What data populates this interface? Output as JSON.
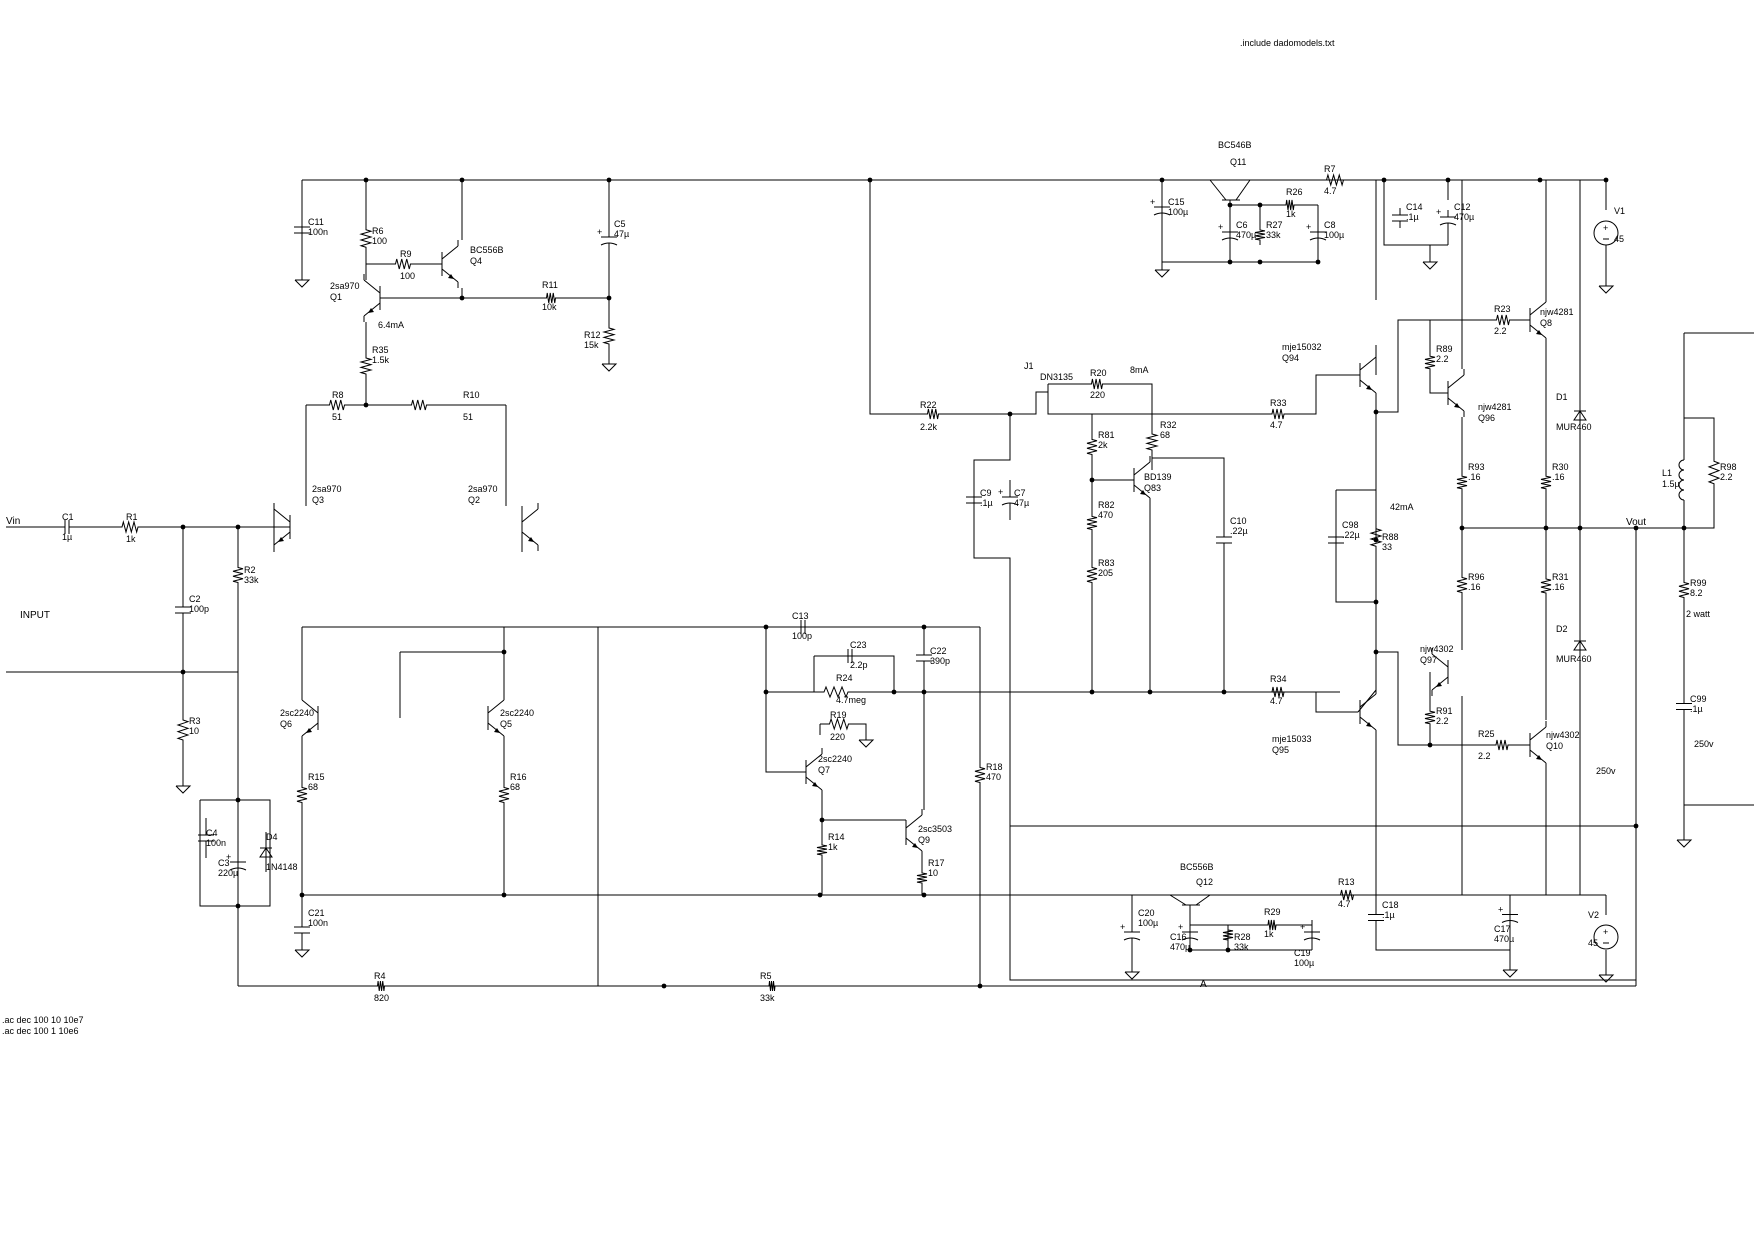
{
  "directives": {
    "include": ".include dadomodels.txt",
    "ac1": ".ac dec 100 10 10e7",
    "ac2": ".ac dec 100 1 10e6"
  },
  "labels": {
    "vin": "Vin",
    "input": "INPUT",
    "vout": "Vout",
    "node_a": "A"
  },
  "annotations": {
    "q1_current": "6.4mA",
    "r20_current": "8mA",
    "bias_current": "42mA",
    "rating_250v_a": "250v",
    "rating_250v_b": "250v"
  },
  "components": {
    "C1": {
      "ref": "C1",
      "value": "1µ"
    },
    "R1": {
      "ref": "R1",
      "value": "1k"
    },
    "C2": {
      "ref": "C2",
      "value": "100p"
    },
    "R2": {
      "ref": "R2",
      "value": "33k"
    },
    "R3": {
      "ref": "R3",
      "value": "10"
    },
    "C4": {
      "ref": "C4",
      "value": "100n"
    },
    "C3": {
      "ref": "C3",
      "value": "220µ"
    },
    "D4": {
      "ref": "D4",
      "value": "1N4148"
    },
    "C11": {
      "ref": "C11",
      "value": "100n"
    },
    "R6": {
      "ref": "R6",
      "value": "100"
    },
    "R9": {
      "ref": "R9",
      "value": "100"
    },
    "Q4": {
      "ref": "Q4",
      "value": "BC556B"
    },
    "Q1": {
      "ref": "Q1",
      "value": "2sa970"
    },
    "R35": {
      "ref": "R35",
      "value": "1.5k"
    },
    "R11": {
      "ref": "R11",
      "value": "10k"
    },
    "C5": {
      "ref": "C5",
      "value": "47µ"
    },
    "R12": {
      "ref": "R12",
      "value": "15k"
    },
    "R8": {
      "ref": "R8",
      "value": "51"
    },
    "R10": {
      "ref": "R10",
      "value": "51"
    },
    "Q3": {
      "ref": "Q3",
      "value": "2sa970"
    },
    "Q2": {
      "ref": "Q2",
      "value": "2sa970"
    },
    "Q6": {
      "ref": "Q6",
      "value": "2sc2240"
    },
    "Q5": {
      "ref": "Q5",
      "value": "2sc2240"
    },
    "R15": {
      "ref": "R15",
      "value": "68"
    },
    "R16": {
      "ref": "R16",
      "value": "68"
    },
    "C21": {
      "ref": "C21",
      "value": "100n"
    },
    "R4": {
      "ref": "R4",
      "value": "820"
    },
    "R5": {
      "ref": "R5",
      "value": "33k"
    },
    "C13": {
      "ref": "C13",
      "value": "100p"
    },
    "C23": {
      "ref": "C23",
      "value": "2.2p"
    },
    "C22": {
      "ref": "C22",
      "value": "390p"
    },
    "R24": {
      "ref": "R24",
      "value": "4.7meg"
    },
    "R19": {
      "ref": "R19",
      "value": "220"
    },
    "Q7": {
      "ref": "Q7",
      "value": "2sc2240"
    },
    "R14": {
      "ref": "R14",
      "value": "1k"
    },
    "Q9": {
      "ref": "Q9",
      "value": "2sc3503"
    },
    "R17": {
      "ref": "R17",
      "value": "10"
    },
    "R18": {
      "ref": "R18",
      "value": "470"
    },
    "R22": {
      "ref": "R22",
      "value": "2.2k"
    },
    "J1": {
      "ref": "J1",
      "value": "DN3135"
    },
    "C9": {
      "ref": "C9",
      "value": ".1µ"
    },
    "C7": {
      "ref": "C7",
      "value": "47µ"
    },
    "R20": {
      "ref": "R20",
      "value": "220"
    },
    "R81": {
      "ref": "R81",
      "value": "2k"
    },
    "R82": {
      "ref": "R82",
      "value": "470"
    },
    "R83": {
      "ref": "R83",
      "value": "205"
    },
    "R32": {
      "ref": "R32",
      "value": "68"
    },
    "Q83": {
      "ref": "Q83",
      "value": "BD139"
    },
    "C10": {
      "ref": "C10",
      "value": ".22µ"
    },
    "R33": {
      "ref": "R33",
      "value": "4.7"
    },
    "R34": {
      "ref": "R34",
      "value": "4.7"
    },
    "Q11": {
      "ref": "Q11",
      "value": "BC546B"
    },
    "C15": {
      "ref": "C15",
      "value": "100µ"
    },
    "R26": {
      "ref": "R26",
      "value": "1k"
    },
    "C6": {
      "ref": "C6",
      "value": "470µ"
    },
    "R27": {
      "ref": "R27",
      "value": "33k"
    },
    "C8": {
      "ref": "C8",
      "value": "100µ"
    },
    "R7": {
      "ref": "R7",
      "value": "4.7"
    },
    "C14": {
      "ref": "C14",
      "value": ".1µ"
    },
    "C12": {
      "ref": "C12",
      "value": "470µ"
    },
    "V1": {
      "ref": "V1",
      "value": "45"
    },
    "Q94": {
      "ref": "Q94",
      "value": "mje15032"
    },
    "R23": {
      "ref": "R23",
      "value": "2.2"
    },
    "Q8": {
      "ref": "Q8",
      "value": "njw4281"
    },
    "R89": {
      "ref": "R89",
      "value": "2.2"
    },
    "Q96": {
      "ref": "Q96",
      "value": "njw4281"
    },
    "C98": {
      "ref": "C98",
      "value": ".22µ"
    },
    "R88": {
      "ref": "R88",
      "value": "33"
    },
    "R93": {
      "ref": "R93",
      "value": ".16"
    },
    "R30": {
      "ref": "R30",
      "value": ".16"
    },
    "D1": {
      "ref": "D1",
      "value": "MUR460"
    },
    "L1": {
      "ref": "L1",
      "value": "1.5µ"
    },
    "R98": {
      "ref": "R98",
      "value": "2.2"
    },
    "R96": {
      "ref": "R96",
      "value": ".16"
    },
    "R31": {
      "ref": "R31",
      "value": ".16"
    },
    "R99": {
      "ref": "R99",
      "value": "8.2"
    },
    "R99_rating": {
      "ref": "",
      "value": "2 watt"
    },
    "D2": {
      "ref": "D2",
      "value": "MUR460"
    },
    "Q97": {
      "ref": "Q97",
      "value": "njw4302"
    },
    "R91": {
      "ref": "R91",
      "value": "2.2"
    },
    "R25": {
      "ref": "R25",
      "value": "2.2"
    },
    "Q10": {
      "ref": "Q10",
      "value": "njw4302"
    },
    "Q95": {
      "ref": "Q95",
      "value": "mje15033"
    },
    "C99": {
      "ref": "C99",
      "value": ".1µ"
    },
    "Q12": {
      "ref": "Q12",
      "value": "BC556B"
    },
    "C20": {
      "ref": "C20",
      "value": "100µ"
    },
    "C16": {
      "ref": "C16",
      "value": "470µ"
    },
    "R28": {
      "ref": "R28",
      "value": "33k"
    },
    "R29": {
      "ref": "R29",
      "value": "1k"
    },
    "C19": {
      "ref": "C19",
      "value": "100µ"
    },
    "R13": {
      "ref": "R13",
      "value": "4.7"
    },
    "C18": {
      "ref": "C18",
      "value": ".1µ"
    },
    "C17": {
      "ref": "C17",
      "value": "470µ"
    },
    "V2": {
      "ref": "V2",
      "value": "45"
    }
  }
}
